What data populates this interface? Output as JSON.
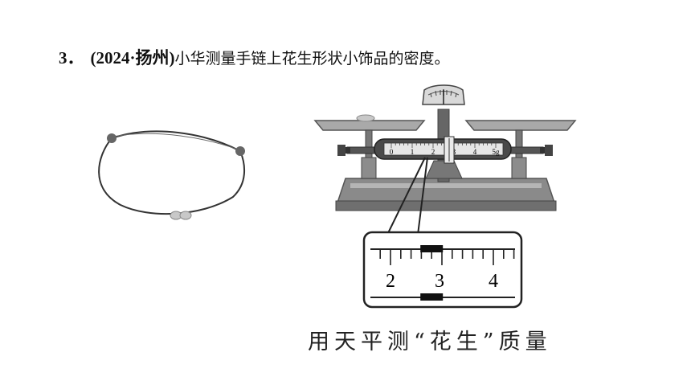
{
  "question": {
    "number": "3．",
    "source": "(2024·扬州)",
    "stem": "小华测量手链上花生形状小饰品的密度。"
  },
  "figure": {
    "bracelet_icon": "bracelet-with-peanut-icon",
    "balance_icon": "beam-balance-icon",
    "beam_scale": {
      "ticks": [
        "0",
        "1",
        "2",
        "3",
        "4",
        "5g"
      ]
    },
    "magnified_scale": {
      "labels": [
        "2",
        "3",
        "4"
      ],
      "rider_reading_g": 2.8
    },
    "caption": "用天平测“花生”质量"
  }
}
